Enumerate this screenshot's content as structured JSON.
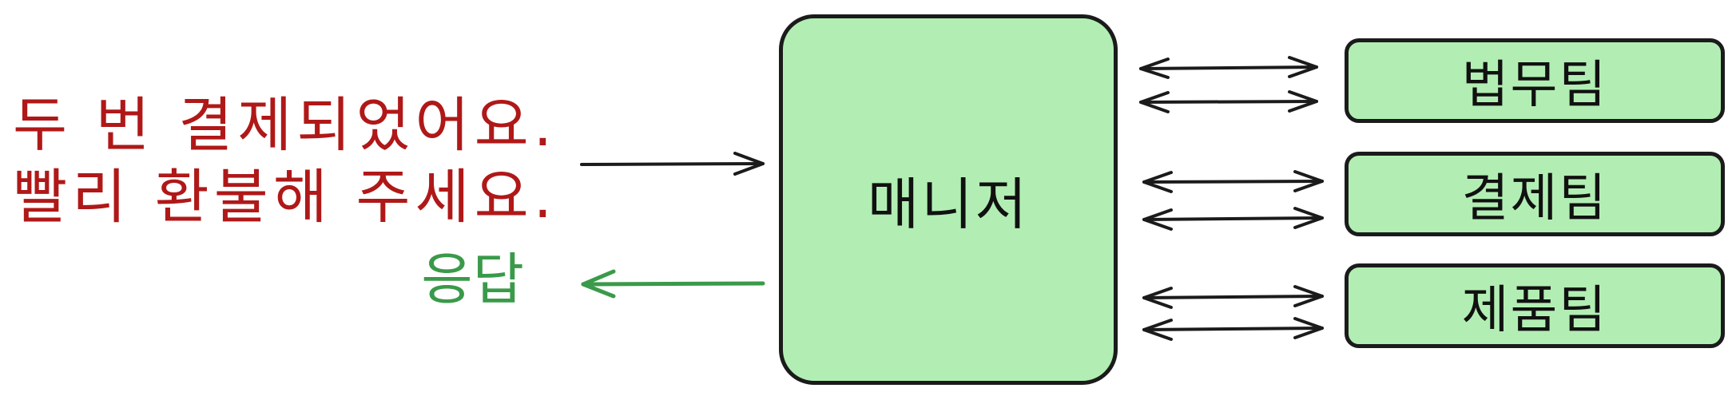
{
  "request_text": {
    "line1": "두 번 결제되었어요.",
    "line2": "빨리 환불해 주세요."
  },
  "response_text": "응답",
  "manager": {
    "label": "매니저"
  },
  "teams": [
    {
      "label": "법무팀"
    },
    {
      "label": "결제팀"
    },
    {
      "label": "제품팀"
    }
  ],
  "colors": {
    "request_text": "#b01818",
    "response_text": "#3a9a4a",
    "box_fill": "#b2eeb3",
    "box_border": "#1b1b1b",
    "arrow": "#1b1b1b",
    "response_arrow": "#3a9a4a"
  }
}
